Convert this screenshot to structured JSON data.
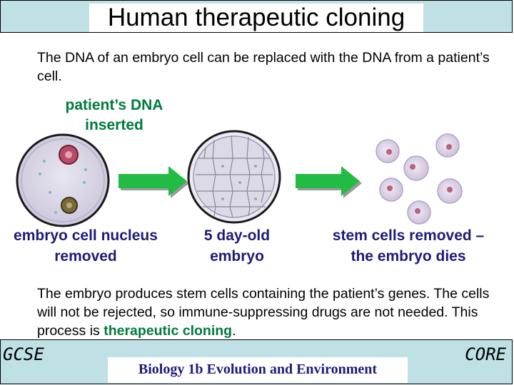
{
  "title": "Human therapeutic cloning",
  "intro_text": "The DNA of an embryo cell can be replaced with the DNA from a patient’s cell.",
  "diagram": {
    "inserted_label": "patient’s DNA inserted",
    "caption_embryo_cell": "embryo cell nucleus removed",
    "caption_embryo": "5 day-old embryo",
    "caption_stem_cells": "stem cells removed – the embryo dies"
  },
  "bottom_text": {
    "part1": "The embryo produces stem cells containing the patient’s genes. The cells will not be rejected, so immune-suppressing drugs are not needed. This process is ",
    "highlight": "therapeutic cloning",
    "end": "."
  },
  "footer": {
    "left": "GCSE",
    "middle": "Biology 1b Evolution and Environment",
    "right": "CORE"
  },
  "colors": {
    "header_bg": "#bfe0e4",
    "label_green": "#007a3d",
    "caption_navy": "#1e1a78",
    "arrow_green": "#22bb44"
  }
}
